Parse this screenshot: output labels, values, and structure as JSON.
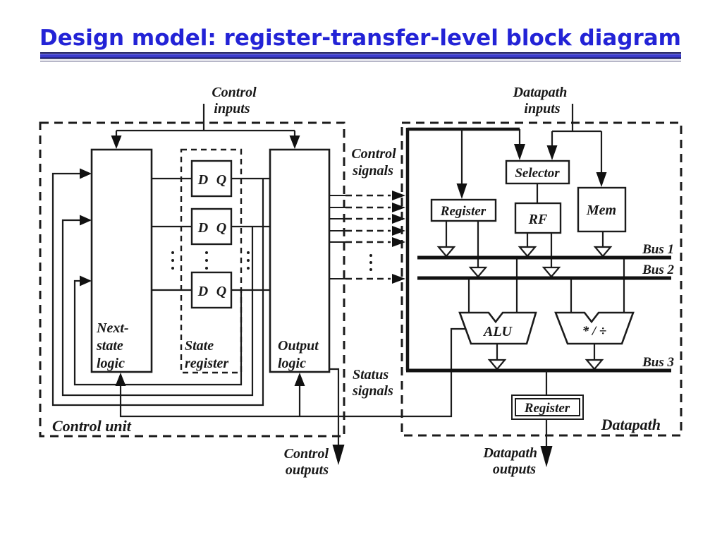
{
  "slide": {
    "title": "Design model: register-transfer-level block diagram",
    "colors": {
      "title_blue": "#2323d6",
      "bar_blue": "#3c3ccd",
      "bar_edge": "#14145a",
      "ink": "#1b1b1b"
    }
  },
  "signals": {
    "control_inputs": [
      "Control",
      "inputs"
    ],
    "datapath_inputs": [
      "Datapath",
      "inputs"
    ],
    "control_signals": [
      "Control",
      "signals"
    ],
    "status_signals": [
      "Status",
      "signals"
    ],
    "control_outputs": [
      "Control",
      "outputs"
    ],
    "datapath_outputs": [
      "Datapath",
      "outputs"
    ]
  },
  "control_unit": {
    "region_label": "Control unit",
    "next_state_logic": [
      "Next-",
      "state",
      "logic"
    ],
    "state_register": [
      "State",
      "register"
    ],
    "output_logic": [
      "Output",
      "logic"
    ],
    "flipflop_d": "D",
    "flipflop_q": "Q"
  },
  "datapath": {
    "region_label": "Datapath",
    "selector": "Selector",
    "register": "Register",
    "rf": "RF",
    "mem": "Mem",
    "alu": "ALU",
    "muldiv": "* / ÷",
    "output_register": "Register",
    "buses": [
      "Bus 1",
      "Bus 2",
      "Bus 3"
    ]
  }
}
